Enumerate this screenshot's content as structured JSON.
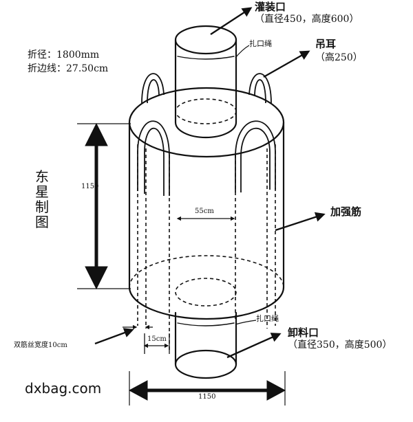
{
  "labels": {
    "filling_port": "灌装口",
    "filling_port_spec": "（直径450，高度600）",
    "tie_rope_top": "扎口绳",
    "lifting_loop": "吊耳",
    "lifting_loop_spec": "（高250）",
    "fold_diameter": "折径：1800mm",
    "fold_line": "折边线：27.50cm",
    "reinforcement": "加强筋",
    "height_dim": "1150",
    "inner_width": "55cm",
    "tie_rope_bottom": "扎口绳",
    "discharge_port": "卸料口",
    "discharge_port_spec": "（直径350，高度500）",
    "double_rib_width": "双筋丝宽度10cm",
    "rib_spacing": "15cm",
    "width_dim": "1150",
    "website": "dxbag.com",
    "author_chars": [
      "东",
      "星",
      "制",
      "图"
    ]
  },
  "colors": {
    "line": "#111111",
    "background": "#ffffff"
  }
}
